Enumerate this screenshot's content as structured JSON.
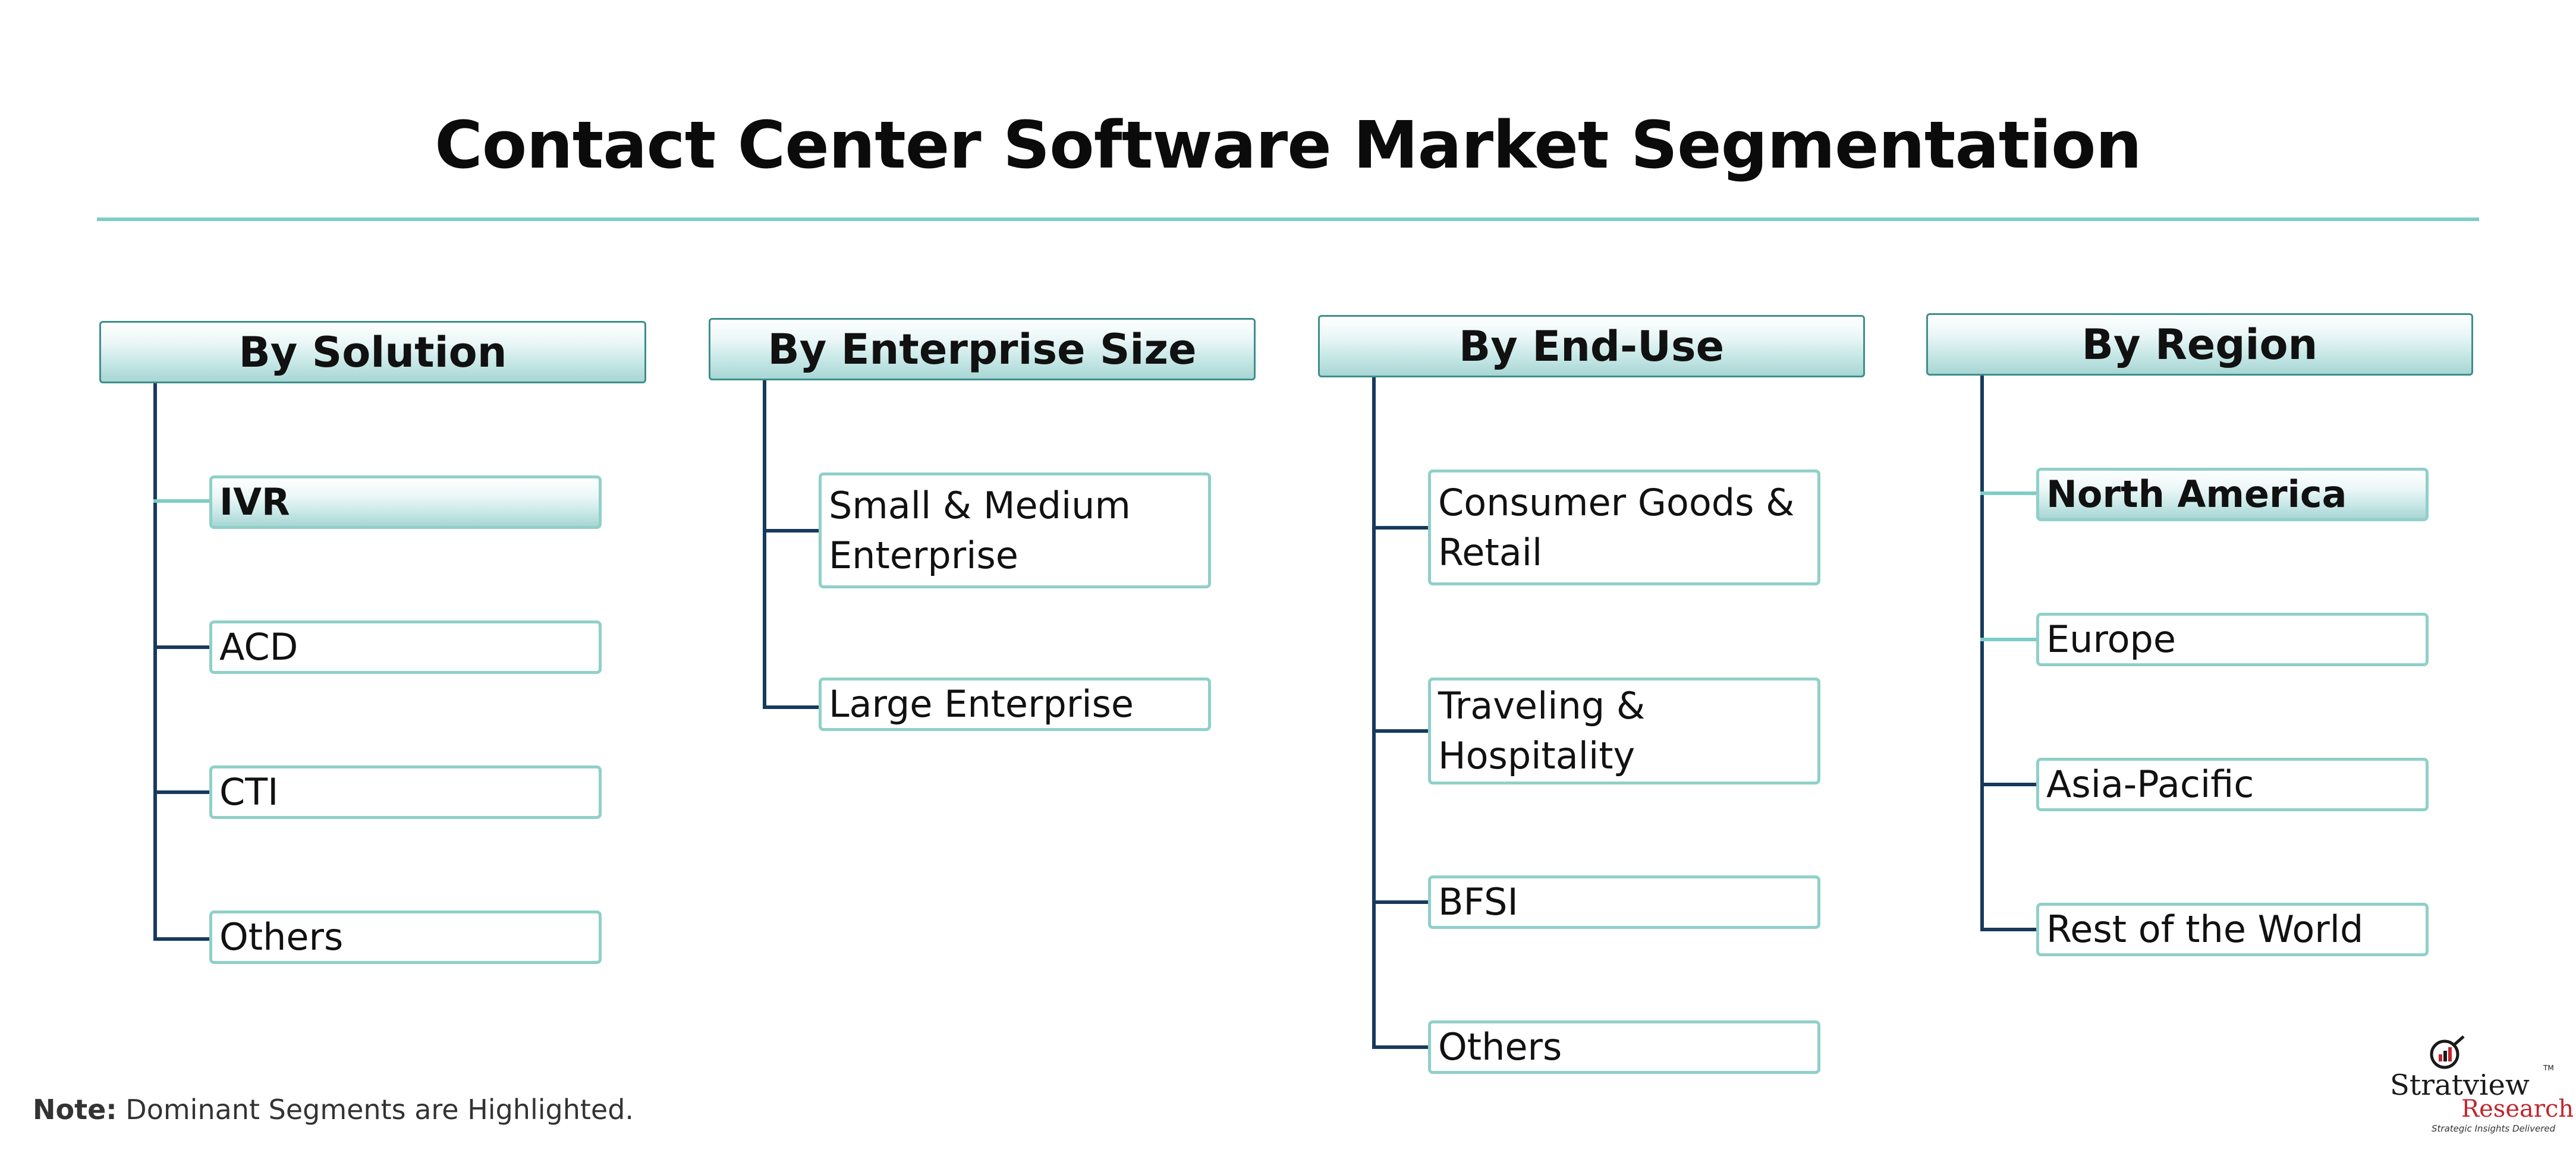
{
  "title": "Contact Center Software Market Segmentation",
  "columns": [
    {
      "header": "By Solution",
      "items": [
        {
          "label": "IVR",
          "highlighted": true
        },
        {
          "label": "ACD",
          "highlighted": false
        },
        {
          "label": "CTI",
          "highlighted": false
        },
        {
          "label": "Others",
          "highlighted": false
        }
      ]
    },
    {
      "header": "By Enterprise Size",
      "items": [
        {
          "label": "Small & Medium Enterprise",
          "highlighted": false
        },
        {
          "label": "Large Enterprise",
          "highlighted": false
        }
      ]
    },
    {
      "header": "By End-Use",
      "items": [
        {
          "label": "Consumer Goods & Retail",
          "highlighted": false
        },
        {
          "label": "Traveling & Hospitality",
          "highlighted": false
        },
        {
          "label": "BFSI",
          "highlighted": false
        },
        {
          "label": "Others",
          "highlighted": false
        }
      ]
    },
    {
      "header": "By Region",
      "items": [
        {
          "label": "North America",
          "highlighted": true
        },
        {
          "label": "Europe",
          "highlighted": false
        },
        {
          "label": "Asia-Pacific",
          "highlighted": false
        },
        {
          "label": "Rest of the World",
          "highlighted": false
        }
      ]
    }
  ],
  "note": {
    "label": "Note:",
    "text": " Dominant Segments are Highlighted."
  },
  "logo": {
    "name": "Stratview",
    "tm": "TM",
    "sub": "Research",
    "tagline": "Strategic Insights Delivered"
  },
  "colors": {
    "accent": "#7ccdc6",
    "tree_line": "#173a5c",
    "border": "#8fd0c9"
  }
}
